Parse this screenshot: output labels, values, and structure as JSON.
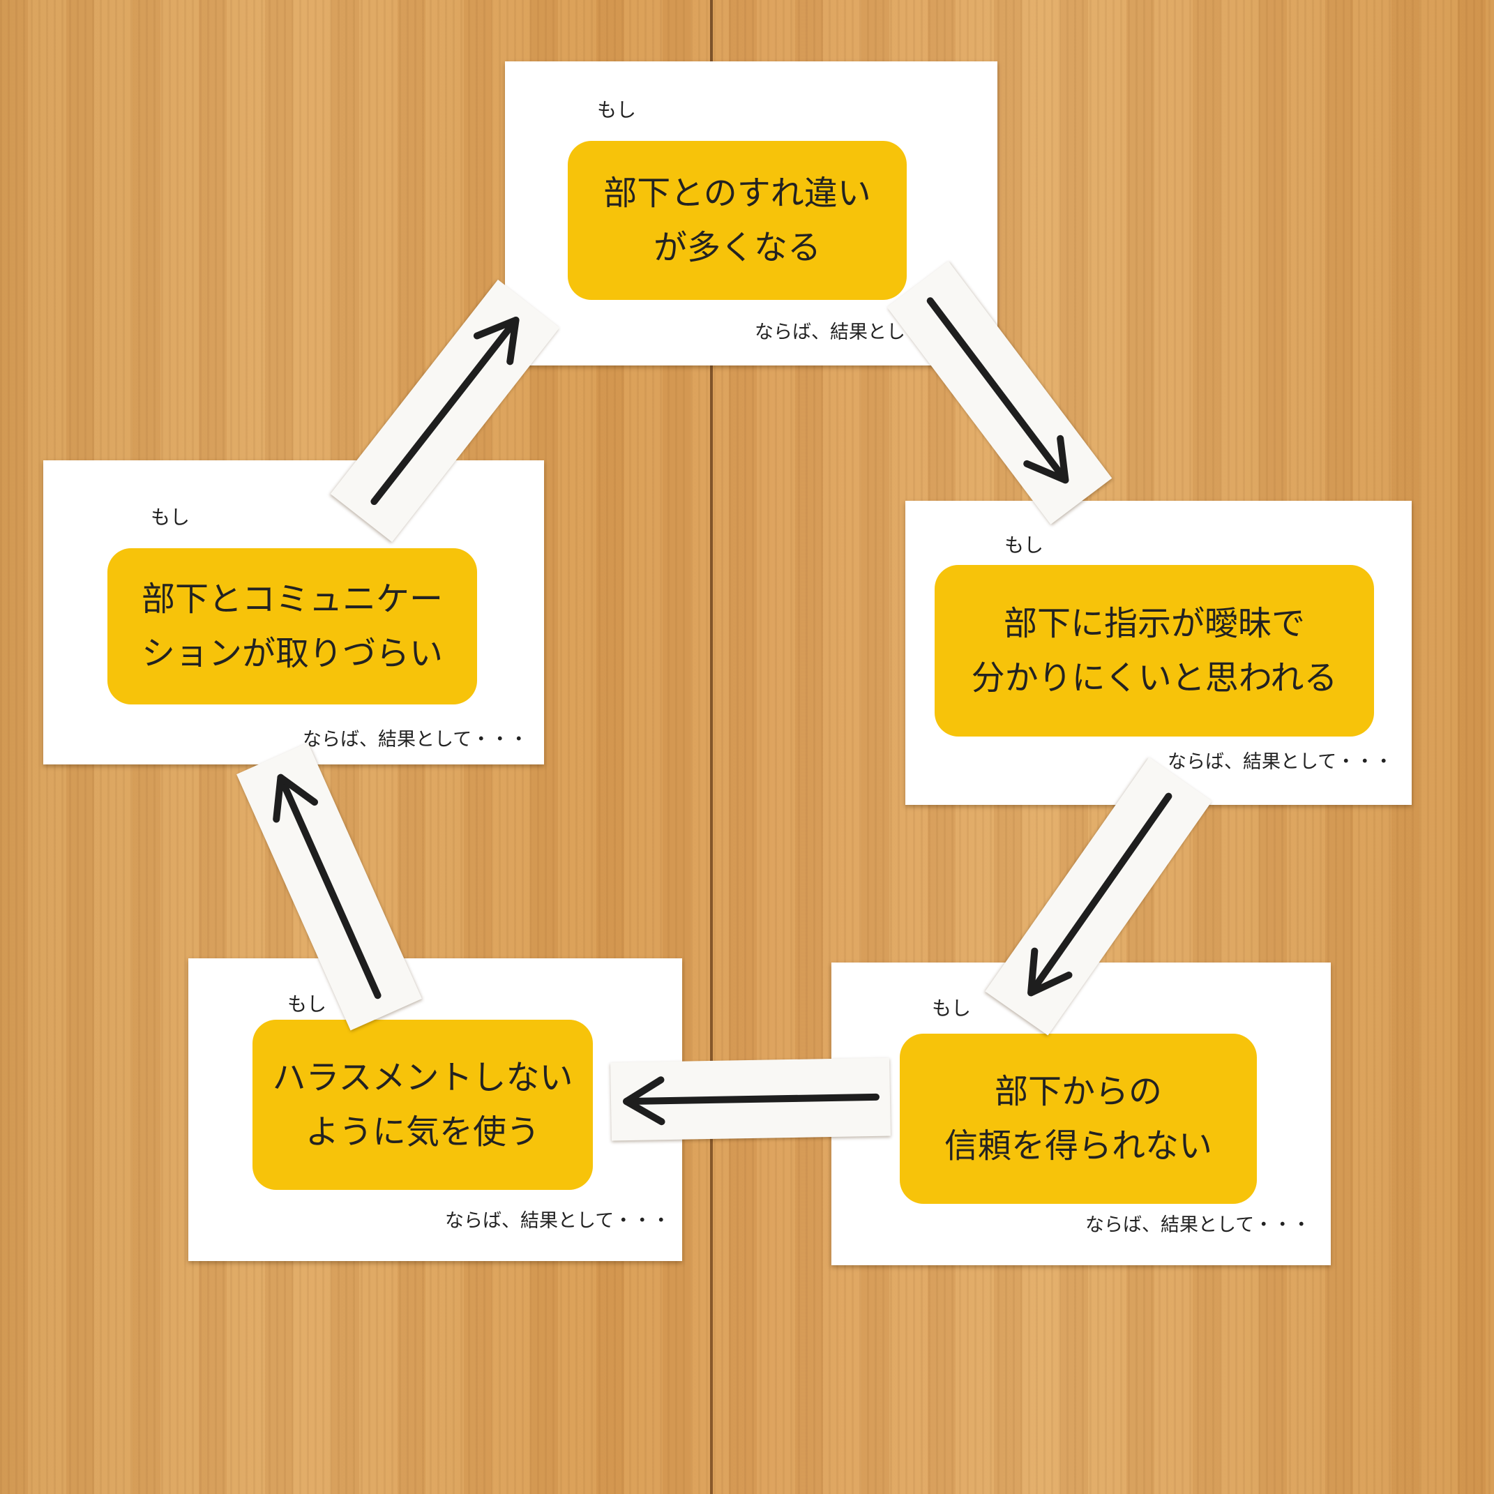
{
  "cards": [
    {
      "id": "top",
      "moshi": "もし",
      "text": "部下とのすれ違い\nが多くなる",
      "result": "ならば、結果とし"
    },
    {
      "id": "right",
      "moshi": "もし",
      "text": "部下に指示が曖昧で\n分かりにくいと思われる",
      "result": "ならば、結果として・・・"
    },
    {
      "id": "bottom-right",
      "moshi": "もし",
      "text": "部下からの\n信頼を得られない",
      "result": "ならば、結果として・・・"
    },
    {
      "id": "bottom-left",
      "moshi": "もし",
      "text": "ハラスメントしない\nように気を使う",
      "result": "ならば、結果として・・・"
    },
    {
      "id": "left",
      "moshi": "もし",
      "text": "部下とコミュニケー\nションが取りづらい",
      "result": "ならば、結果として・・・"
    }
  ],
  "colors": {
    "card": "#ffffff",
    "highlight": "#f7c30a",
    "arrow": "#1e1e1e",
    "floor": "#dca15c"
  },
  "arrows": [
    "arrow-icon",
    "arrow-icon",
    "arrow-icon",
    "arrow-icon",
    "arrow-icon"
  ]
}
